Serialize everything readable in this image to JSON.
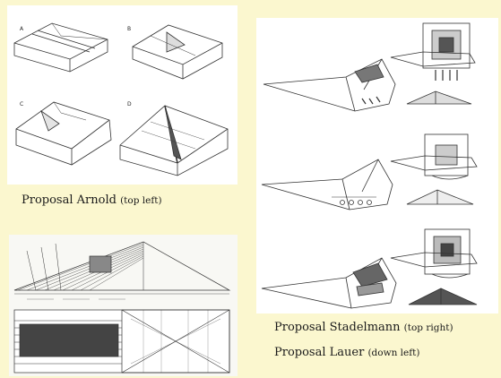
{
  "captions": {
    "arnold": {
      "main": "Proposal Arnold",
      "note": "(top left)"
    },
    "stadelmann": {
      "main": "Proposal Stadelmann",
      "note": "(top right)"
    },
    "lauer": {
      "main": "Proposal Lauer",
      "note": "(down left)"
    }
  },
  "arnold_labels": [
    "A",
    "B",
    "C",
    "D"
  ]
}
